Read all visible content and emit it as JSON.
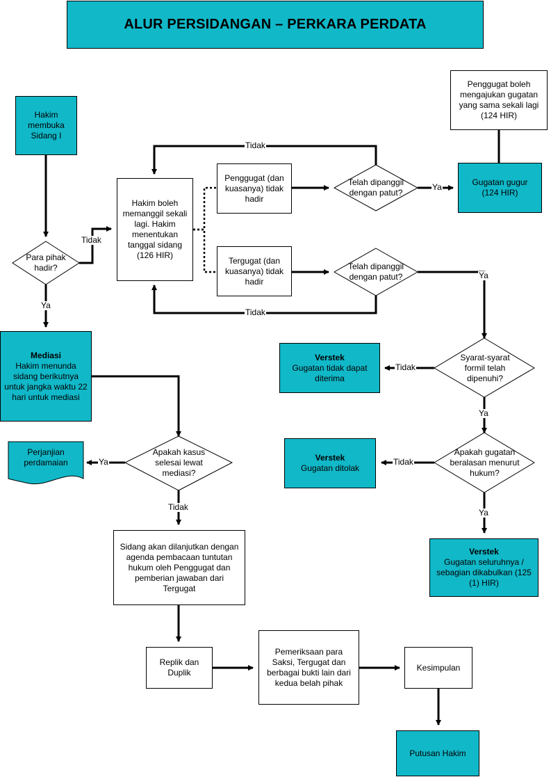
{
  "title": "ALUR PERSIDANGAN – PERKARA PERDATA",
  "nodes": {
    "hakim_buka": "Hakim membuka Sidang I",
    "para_pihak": "Para pihak hadir?",
    "memanggil": "Hakim boleh memanggil sekali lagi. Hakim menentukan tanggal sidang (126 HIR)",
    "penggugat_absent": "Penggugat (dan kuasanya) tidak hadir",
    "tergugat_absent": "Tergugat (dan kuasanya) tidak hadir",
    "dipanggil_1": "Telah dipanggil dengan patut?",
    "dipanggil_2": "Telah dipanggil dengan patut?",
    "penggugat_boleh": "Penggugat boleh mengajukan gugatan yang sama sekali lagi (124 HIR)",
    "gugur": "Gugatan gugur (124 HIR)",
    "mediasi_title": "Mediasi",
    "mediasi_body": "Hakim menunda sidang berikutnya untuk jangka waktu 22 hari untuk mediasi",
    "selesai_mediasi": "Apakah kasus selesai lewat mediasi?",
    "perjanjian": "Perjanjian perdamaian",
    "sidang_lanjut": "Sidang akan dilanjutkan dengan agenda pembacaan tuntutan hukum oleh Penggugat dan pemberian jawaban dari Tergugat",
    "replik": "Replik dan Duplik",
    "pemeriksaan": "Pemeriksaan para Saksi, Tergugat dan berbagai bukti lain dari kedua belah pihak",
    "kesimpulan": "Kesimpulan",
    "putusan": "Putusan Hakim",
    "syarat": "Syarat-syarat formil telah dipenuhi?",
    "beralasan": "Apakah gugatan beralasan menurut hukum?",
    "verstek_label": "Verstek",
    "verstek_1": "Gugatan tidak dapat diterima",
    "verstek_2": "Gugatan ditolak",
    "verstek_3": "Gugatan seluruhnya / sebagian dikabulkan (125 (1) HIR)"
  },
  "labels": {
    "tidak": "Tidak",
    "ya": "Ya"
  },
  "colors": {
    "teal": "#11b8c8",
    "line": "#000000"
  }
}
